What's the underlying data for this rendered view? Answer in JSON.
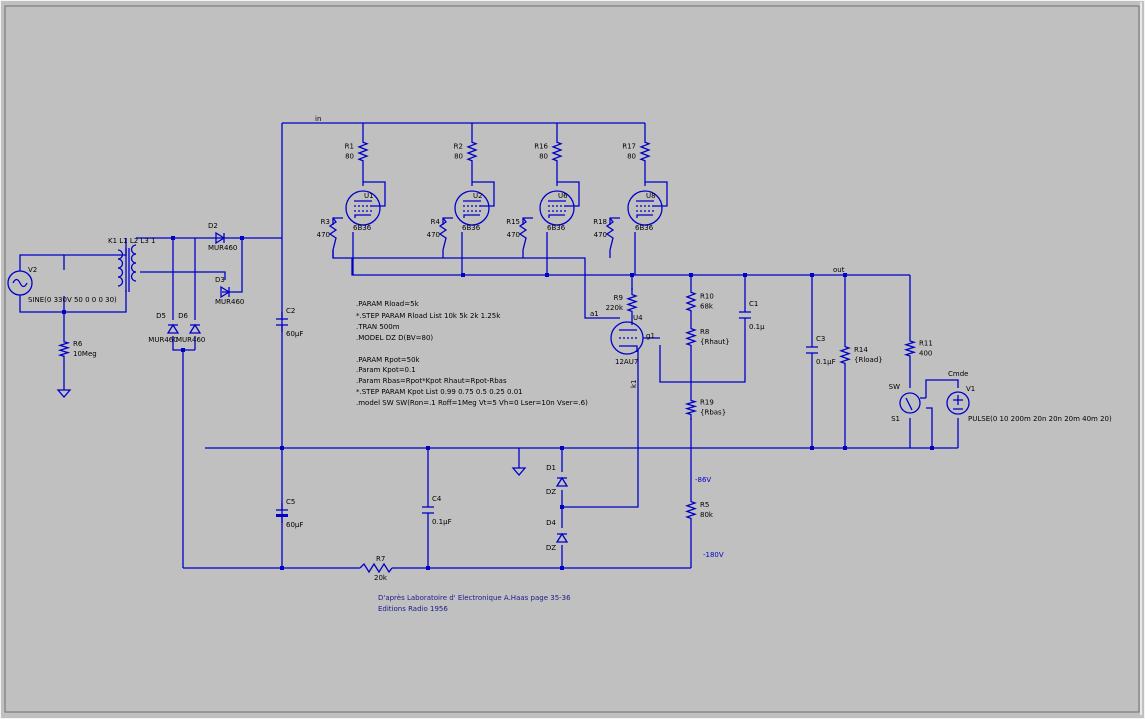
{
  "colors": {
    "background": "#c0c0c0",
    "wire": "#0000c8",
    "text": "#000000",
    "label": "#0000c8"
  },
  "nets": {
    "in": "in",
    "out": "out",
    "a1": "a1",
    "g1": "g1",
    "k1": "k1",
    "v86": "-86V",
    "v180": "-180V"
  },
  "parts": {
    "R1": {
      "name": "R1",
      "value": "80"
    },
    "R2": {
      "name": "R2",
      "value": "80"
    },
    "R16": {
      "name": "R16",
      "value": "80"
    },
    "R17": {
      "name": "R17",
      "value": "80"
    },
    "R3": {
      "name": "R3",
      "value": "470"
    },
    "R4": {
      "name": "R4",
      "value": "470"
    },
    "R15": {
      "name": "R15",
      "value": "470"
    },
    "R18": {
      "name": "R18",
      "value": "470"
    },
    "U1": {
      "name": "U1",
      "value": "6B36"
    },
    "U2": {
      "name": "U2",
      "value": "6B36"
    },
    "U6": {
      "name": "U6",
      "value": "6B36"
    },
    "U8": {
      "name": "U8",
      "value": "6B36"
    },
    "U4": {
      "name": "U4",
      "value": "12AU7"
    },
    "R9": {
      "name": "R9",
      "value": "220k"
    },
    "R10": {
      "name": "R10",
      "value": "68k"
    },
    "R8": {
      "name": "R8",
      "value": "{Rhaut}"
    },
    "R19": {
      "name": "R19",
      "value": "{Rbas}"
    },
    "C1": {
      "name": "C1",
      "value": "0.1µ"
    },
    "C3": {
      "name": "C3",
      "value": "0.1µF"
    },
    "R14": {
      "name": "R14",
      "value": "{Rload}"
    },
    "R11": {
      "name": "R11",
      "value": "400"
    },
    "SW": {
      "name": "SW",
      "value": "S1"
    },
    "V1": {
      "name": "V1",
      "value": "Cmde",
      "spec": "PULSE(0 10 200m 20n 20n 20m 40m 20)"
    },
    "V2": {
      "name": "V2",
      "spec": "SINE(0 330V 50 0 0 0 30)"
    },
    "R6": {
      "name": "R6",
      "value": "10Meg"
    },
    "T": {
      "name": "K1 L1 L2 L3 1"
    },
    "D2": {
      "name": "D2",
      "value": "MUR460"
    },
    "D3": {
      "name": "D3",
      "value": "MUR460"
    },
    "D5": {
      "name": "D5",
      "value": "MUR460"
    },
    "D6": {
      "name": "D6",
      "value": "MUR460"
    },
    "C2": {
      "name": "C2",
      "value": "60µF"
    },
    "C5": {
      "name": "C5",
      "value": "60µF"
    },
    "C4": {
      "name": "C4",
      "value": "0.1µF"
    },
    "R7": {
      "name": "R7",
      "value": "20k"
    },
    "D1": {
      "name": "D1",
      "value": "DZ"
    },
    "D4": {
      "name": "D4",
      "value": "DZ"
    },
    "R5": {
      "name": "R5",
      "value": "80k"
    }
  },
  "directives": [
    ".PARAM Rload=5k",
    "*.STEP PARAM Rload  List 10k 5k 2k 1.25k",
    ".TRAN 500m",
    ".MODEL DZ D(BV=80)",
    ".PARAM  Rpot=50k",
    ".Param Kpot=0.1",
    ".Param Rbas=Rpot*Kpot Rhaut=Rpot-Rbas",
    "*.STEP PARAM Kpot List 0.99 0.75 0.5 0.25 0.01",
    ".model SW SW(Ron=.1 Roff=1Meg Vt=5 Vh=0 Lser=10n Vser=.6)"
  ],
  "credit": {
    "line1": "D'après Laboratoire d' Electronique A.Haas page 35-36",
    "line2": "Editions Radio 1956"
  }
}
